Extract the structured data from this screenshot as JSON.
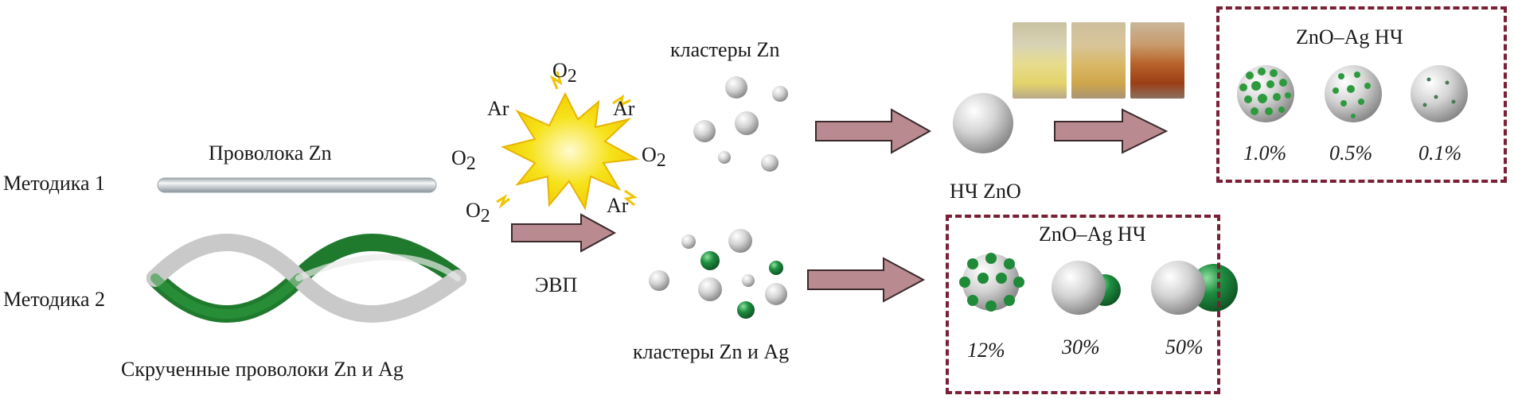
{
  "labels": {
    "method1": "Методика 1",
    "method2": "Методика 2",
    "wire_zn": "Проволока Zn",
    "twisted_wires": "Скрученные проволоки Zn и Ag",
    "evp": "ЭВП",
    "clusters_zn": "кластеры Zn",
    "clusters_zn_ag": "кластеры Zn и Ag",
    "zno_np": "НЧ ZnO",
    "gases": {
      "ar": "Ar",
      "o": "O",
      "sub2": "2"
    }
  },
  "box_top": {
    "title": "ZnO–Ag НЧ",
    "items": [
      {
        "label": "1.0%"
      },
      {
        "label": "0.5%"
      },
      {
        "label": "0.1%"
      }
    ]
  },
  "box_bottom": {
    "title": "ZnO–Ag НЧ",
    "items": [
      {
        "label": "12%"
      },
      {
        "label": "30%"
      },
      {
        "label": "50%"
      }
    ]
  },
  "colors": {
    "zinc_sphere": "#d0d0d0",
    "silver_green": "#2e8b3c",
    "arrow_fill": "#b98a8f",
    "frame_dashed": "#7a1f36",
    "flash_yellow": "#f6e21a"
  },
  "icons": [
    "explosion-icon",
    "zn-wire-icon",
    "twisted-wires-icon",
    "beaker-photo-icon"
  ]
}
